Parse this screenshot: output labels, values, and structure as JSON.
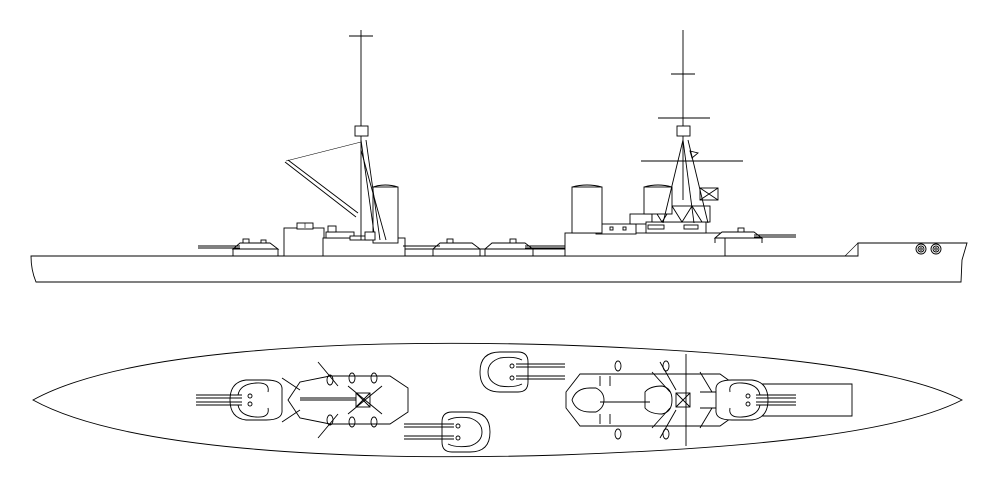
{
  "diagram": {
    "views": [
      {
        "id": "profile",
        "kind": "side-elevation"
      },
      {
        "id": "plan",
        "kind": "top-plan"
      }
    ],
    "colors": {
      "stroke": "#000000",
      "fill": "#ffffff",
      "background": "#ffffff"
    },
    "main_gun_turrets": 4,
    "guns_per_turret": 2,
    "funnels": 3,
    "masts": 2,
    "anchors_visible": 2
  }
}
